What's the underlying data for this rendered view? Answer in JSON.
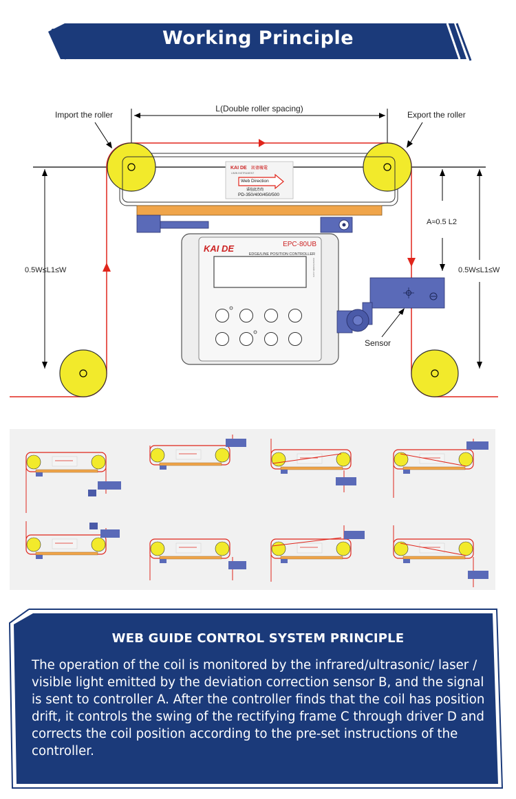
{
  "header": {
    "title": "Working Principle"
  },
  "diagram": {
    "labels": {
      "import_roller": "Import the roller",
      "export_roller": "Export the roller",
      "roller_spacing": "L(Double roller spacing)",
      "left_span": "0.5W≤L1≤W",
      "right_span": "0.5W≤L1≤W",
      "offset": "A≈0.5 L2",
      "sensor": "Sensor"
    },
    "card": {
      "brand": "KAI DE",
      "brand_cn": "凯德機電",
      "subtitle": "LIMIN INSTRUMENT",
      "arrow_text": "Web Direction",
      "arrow_cn": "请在此方向",
      "models": "PD-350/400/450/500"
    },
    "controller": {
      "brand": "KAI DE",
      "model": "EPC-80UB",
      "subtitle": "EDGE/LINE POSITION CONTROLLER",
      "site": "www.kaide.com"
    }
  },
  "principle": {
    "heading": "WEB GUIDE CONTROL SYSTEM PRINCIPLE",
    "body": "The operation of the coil is monitored by the infrared/ultrasonic/ laser / visible light emitted by the deviation correction sensor B, and the signal is sent to controller A. After the controller finds that the coil has position drift, it controls the swing of the rectifying frame C through driver D and corrects the coil position according to the pre-set instructions of the controller."
  },
  "colors": {
    "navy": "#1b3a7a",
    "roller": "#f2ea2b",
    "web": "#e0251b",
    "plate": "#f0a54a",
    "bracket": "#5a6ab8"
  }
}
